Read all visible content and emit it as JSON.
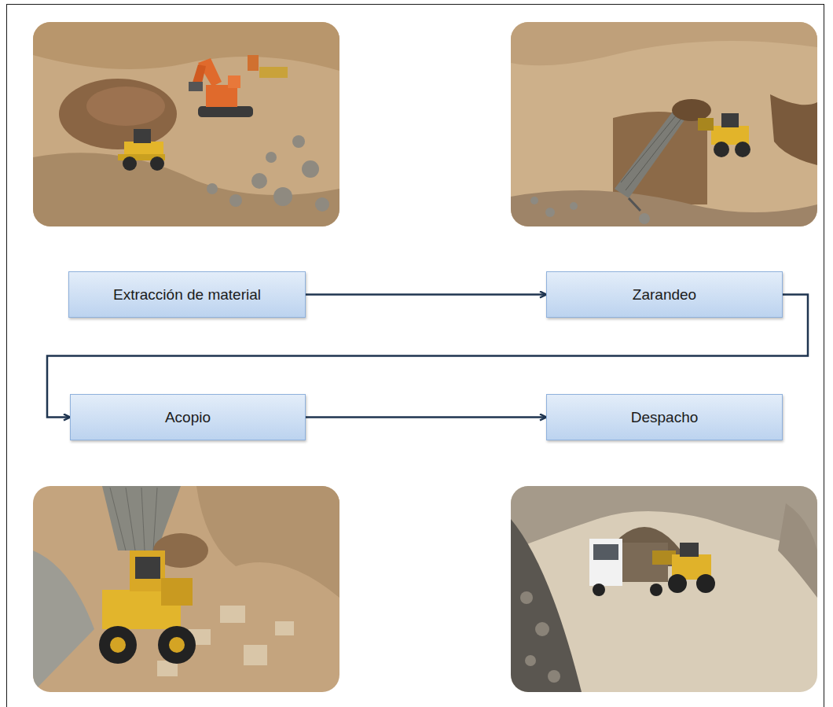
{
  "diagram": {
    "nodes": [
      {
        "text": [
          "Extracción de material"
        ]
      },
      {
        "text": [
          "Zarandeo"
        ]
      },
      {
        "text": [
          "Acopio"
        ]
      },
      {
        "text": [
          "Despacho"
        ]
      }
    ],
    "edges": [
      {
        "from": 0,
        "to": 1,
        "arrow": "to"
      },
      {
        "from": 1,
        "to": 2,
        "arrow": "to"
      },
      {
        "from": 2,
        "to": 3,
        "arrow": "to"
      }
    ]
  }
}
